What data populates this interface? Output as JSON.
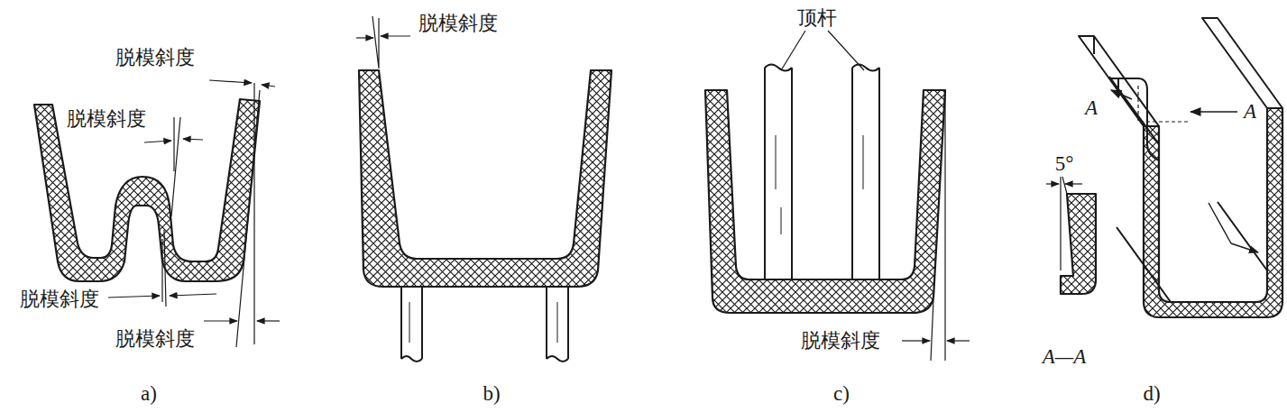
{
  "diagram": {
    "labels": [
      "脱模斜度",
      "脱模斜度",
      "脱模斜度",
      "脱模斜度",
      "脱模斜度",
      "顶杆",
      "脱模斜度",
      "5°",
      "A",
      "A",
      "A—A",
      "a)",
      "b)",
      "c)",
      "d)"
    ]
  }
}
